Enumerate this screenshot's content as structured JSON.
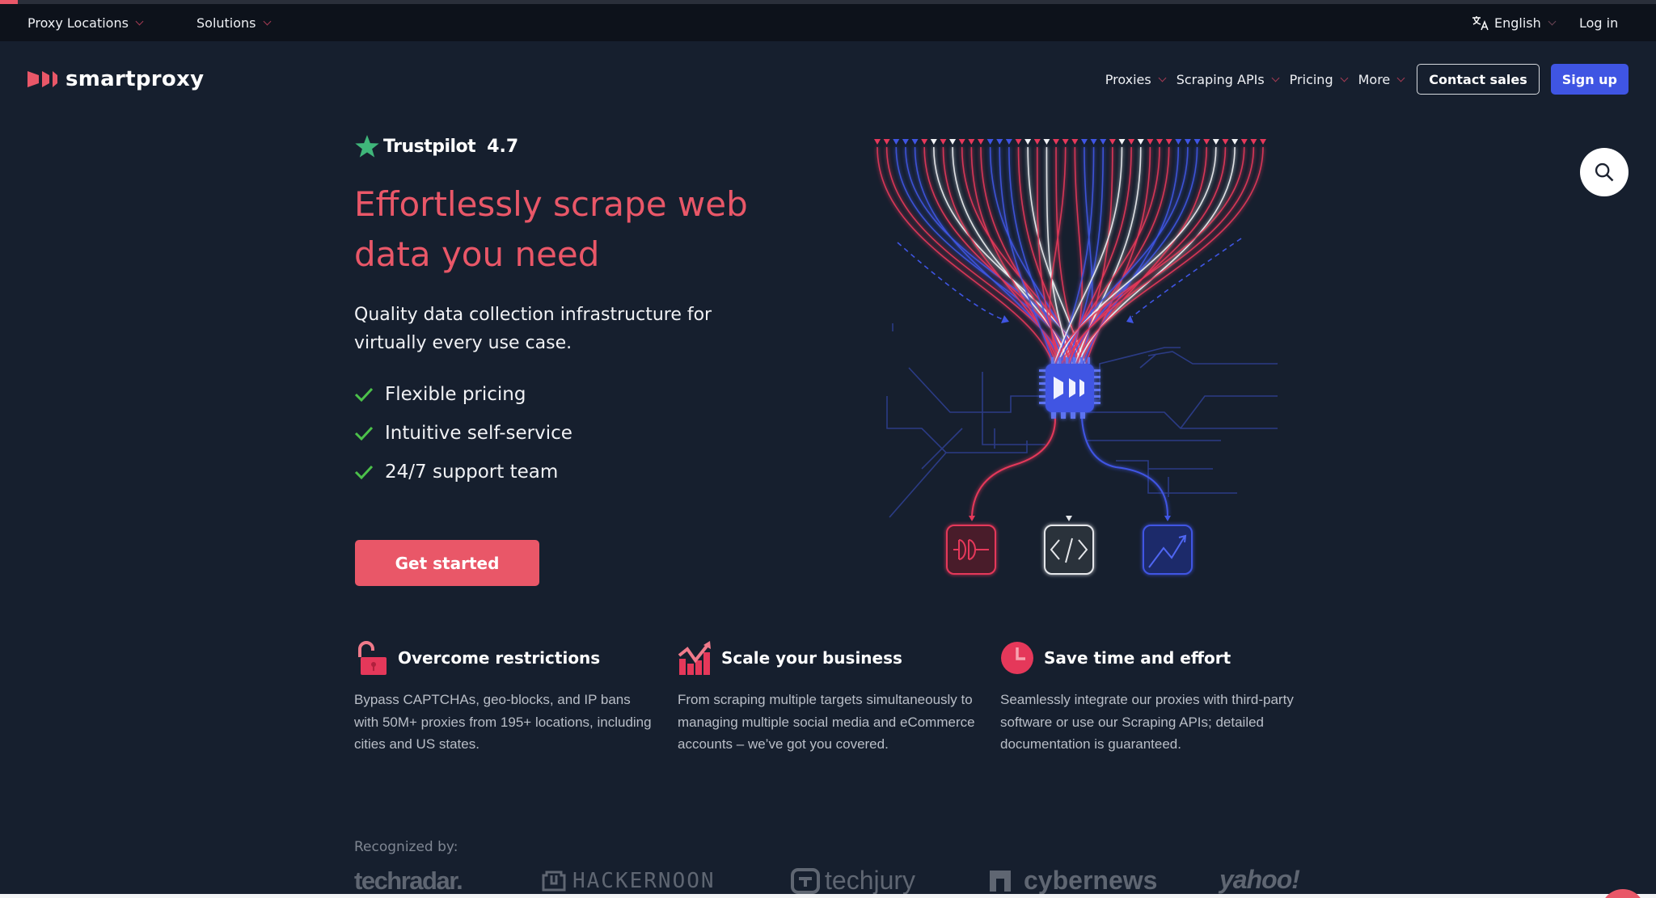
{
  "colors": {
    "background": "#161f2e",
    "utility_bar": "#0d121b",
    "accent_red": "#e95768",
    "accent_blue": "#3f55e3",
    "check_green": "#4cc14a",
    "trustpilot_green": "#3fb67a",
    "body_text_muted": "#b9bec7"
  },
  "utility_bar": {
    "left_items": [
      {
        "label": "Proxy Locations",
        "icon": "chevron-down-icon"
      },
      {
        "label": "Solutions",
        "icon": "chevron-down-icon"
      }
    ],
    "language": {
      "label": "English",
      "icon": "translate-icon"
    },
    "login": "Log in"
  },
  "nav": {
    "logo_text": "smartproxy",
    "links": [
      {
        "label": "Proxies"
      },
      {
        "label": "Scraping APIs"
      },
      {
        "label": "Pricing"
      },
      {
        "label": "More"
      }
    ],
    "contact_sales": "Contact sales",
    "sign_up": "Sign up"
  },
  "hero": {
    "trustpilot": {
      "name": "Trustpilot",
      "score": "4.7",
      "icon": "star-icon"
    },
    "title": "Effortlessly scrape web data you need",
    "subtitle": "Quality data collection infrastructure for virtually every use case.",
    "features": [
      "Flexible pricing",
      "Intuitive self-service",
      "24/7 support team"
    ],
    "cta": "Get started"
  },
  "illustration": {
    "center_chip": "smartproxy-chip",
    "outputs": [
      {
        "icon": "plug-icon",
        "color": "#e5385a"
      },
      {
        "icon": "code-icon",
        "color": "#e4e6ea"
      },
      {
        "icon": "trend-chart-icon",
        "color": "#3f55e3"
      }
    ]
  },
  "benefits": [
    {
      "icon": "unlock-icon",
      "title": "Overcome restrictions",
      "text": "Bypass CAPTCHAs, geo-blocks, and IP bans with 50M+ proxies from 195+ locations, including cities and US states."
    },
    {
      "icon": "growth-chart-icon",
      "title": "Scale your business",
      "text": "From scraping multiple targets simultaneously to managing multiple social media and eCommerce accounts – we’ve got you covered."
    },
    {
      "icon": "clock-icon",
      "title": "Save time and effort",
      "text": "Seamlessly integrate our proxies with third-party software or use our Scraping APIs; detailed documentation is guaranteed."
    }
  ],
  "recognized": {
    "label": "Recognized by:",
    "logos": [
      "techradar.",
      "HACKERNOON",
      "techjury",
      "cybernews",
      "yahoo!"
    ]
  }
}
